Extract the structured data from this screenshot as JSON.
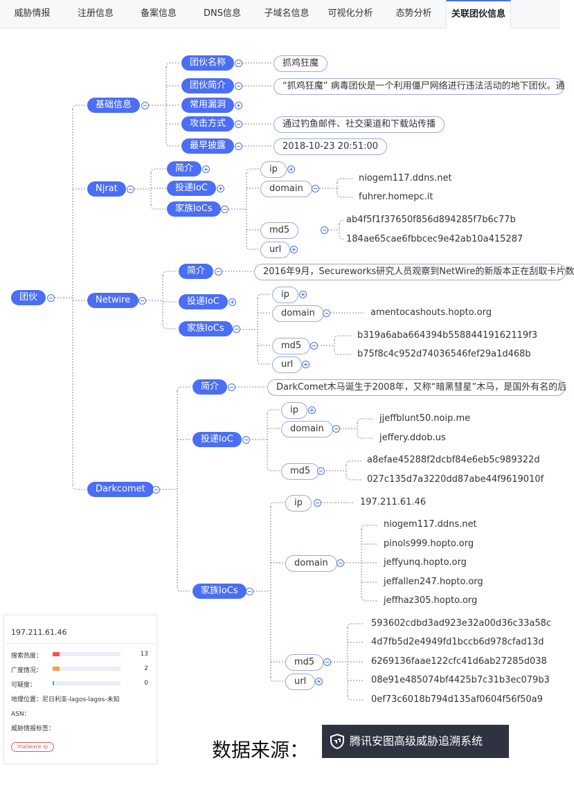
{
  "tabs": [
    "威胁情报",
    "注册信息",
    "备案信息",
    "DNS信息",
    "子域名信息",
    "可视化分析",
    "态势分析",
    "关联团伙信息"
  ],
  "active_tab": "关联团伙信息",
  "tree": {
    "root": "团伙",
    "basic": {
      "label": "基础信息",
      "name_label": "团伙名称",
      "name_value": "抓鸡狂魔",
      "intro_label": "团伙简介",
      "intro_value": "“抓鸡狂魔” 病毒团伙是一个利用僵尸网络进行违法活动的地下团伙。通",
      "vuln_label": "常用漏洞",
      "attack_label": "攻击方式",
      "attack_value": "通过钓鱼邮件、社交渠道和下载站传播",
      "first_label": "最早披露",
      "first_value": "2018-10-23 20:51:00"
    },
    "njrat": {
      "label": "Njrat",
      "intro": "简介",
      "delivery": "投递IoC",
      "family": "家族IoCs",
      "ip": "ip",
      "domain": "domain",
      "md5": "md5",
      "url": "url",
      "domains": [
        "niogem117.ddns.net",
        "fuhrer.homepc.it"
      ],
      "md5s": [
        "ab4f5f1f37650f856d894285f7b6c77b",
        "184ae65cae6fbbcec9e42ab10a415287"
      ]
    },
    "netwire": {
      "label": "Netwire",
      "intro": "简介",
      "intro_value": "2016年9月，Secureworks研究人员观察到NetWire的新版本正在刮取卡片数",
      "delivery": "投递IoC",
      "family": "家族IoCs",
      "ip": "ip",
      "domain": "domain",
      "md5": "md5",
      "url": "url",
      "domains": [
        "amentocashouts.hopto.org"
      ],
      "md5s": [
        "b319a6aba664394b55884419162119f3",
        "b75f8c4c952d74036546fef29a1d468b"
      ]
    },
    "darkcomet": {
      "label": "Darkcomet",
      "intro": "简介",
      "intro_value": "DarkComet木马诞生于2008年，又称“暗黑彗星”木马，是国外有名的后",
      "delivery": "投递IoC",
      "d_ip": "ip",
      "d_domain": "domain",
      "d_md5": "md5",
      "d_domains": [
        "jjeffblunt50.noip.me",
        "jeffery.ddob.us"
      ],
      "d_md5s": [
        "a8efae45288f2dcbf84e6eb5c989322d",
        "027c135d7a3220dd87abe44f9619010f"
      ],
      "family": "家族IoCs",
      "f_ip": "ip",
      "f_ip_value": "197.211.61.46",
      "f_domain": "domain",
      "f_domains": [
        "niogem117.ddns.net",
        "pinols999.hopto.org",
        "jeffyunq.hopto.org",
        "jeffallen247.hopto.org",
        "jeffhaz305.hopto.org"
      ],
      "f_md5": "md5",
      "f_url": "url",
      "f_md5s": [
        "593602cdbd3ad923e32a00d36c33a58c",
        "4d7fb5d2e4949fd1bccb6d978cfad13d",
        "6269136faae122cfc41d6ab27285d038",
        "08e91e485074bf4425b7c31b3ec079b3",
        "0ef73c6018b794d135af0604f56f50a9"
      ]
    }
  },
  "card": {
    "ip": "197.211.61.46",
    "rows": [
      {
        "label": "搜索热度：",
        "value": "13",
        "fraction": 0.1,
        "color": "#f0525a"
      },
      {
        "label": "广度情况：",
        "value": "2",
        "fraction": 0.1,
        "color": "#f5a143"
      },
      {
        "label": "可疑度：",
        "value": "0",
        "fraction": 0.01,
        "color": "#4a9ef5"
      }
    ],
    "geo": "地理位置：尼日利亚-lagos-lagos-未知",
    "asn": "ASN：",
    "tags_label": "威胁情报标签：",
    "tag": "malware ip"
  },
  "footer": {
    "source_label": "数据来源：",
    "brand": "腾讯安图高级威胁追溯系统"
  },
  "colors": {
    "node": "#4a6ef5",
    "pill_border": "#9aa8d8",
    "link": "#8a8a8a",
    "brand_bg": "#2f3241"
  }
}
